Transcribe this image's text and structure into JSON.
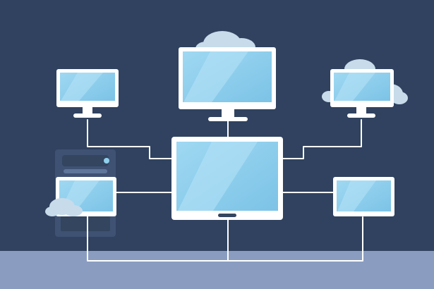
{
  "colors": {
    "background": "#30425f",
    "floor": "#8a9dc1",
    "frame": "#ffffff",
    "screen": "#8fd0ee",
    "screen_highlight": "#b8e4f7",
    "cable": "#ffffff",
    "cloud": "#c7dbea",
    "server": "#3f5273",
    "server_dark": "#33455f",
    "server_light": "#5f769b",
    "led": "#8fd0ee"
  },
  "scene": {
    "devices": [
      {
        "kind": "monitor",
        "label": "top-center-monitor",
        "has_cloud": true
      },
      {
        "kind": "monitor",
        "label": "top-left-monitor",
        "has_cloud": false
      },
      {
        "kind": "monitor",
        "label": "top-right-monitor",
        "has_cloud": true
      },
      {
        "kind": "laptop-screen",
        "label": "left-display",
        "has_cloud": true
      },
      {
        "kind": "tablet",
        "label": "central-hub-display",
        "has_cloud": false
      },
      {
        "kind": "laptop-screen",
        "label": "right-display",
        "has_cloud": false
      },
      {
        "kind": "server",
        "label": "server-rack",
        "has_cloud": false
      }
    ],
    "connections": 6
  }
}
